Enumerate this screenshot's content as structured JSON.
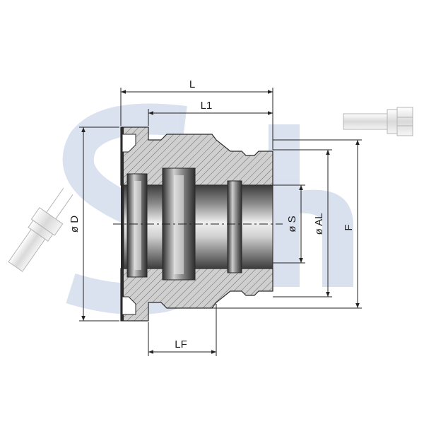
{
  "dimensions": {
    "L": "L",
    "L1": "L1",
    "D": "ø D",
    "S": "ø S",
    "AL": "ø AL",
    "F": "F",
    "LF": "LF"
  },
  "colors": {
    "watermark": "#d3dcec",
    "hatch": "#6e6e6e",
    "body_fill": "#c8c8c8",
    "bore_dark": "#3c3c3c",
    "bore_light": "#e4e4e4",
    "dimension_line": "#222222"
  },
  "icons": {
    "watermark": "sh-logo-watermark",
    "fitting_top": "hose-fitting-icon",
    "fitting_left": "hose-fitting-icon"
  }
}
